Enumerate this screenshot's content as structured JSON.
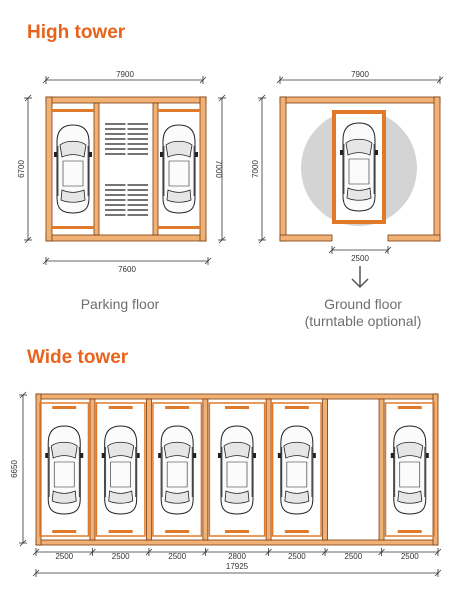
{
  "headings": {
    "high_tower": "High tower",
    "wide_tower": "Wide tower"
  },
  "high_tower": {
    "parking_floor": {
      "caption": "Parking floor",
      "dim_top": "7900",
      "dim_bottom": "7600",
      "dim_left": "6700",
      "dim_right": "7000"
    },
    "ground_floor": {
      "caption_line1": "Ground floor",
      "caption_line2": "(turntable optional)",
      "dim_top": "7900",
      "dim_left": "7000",
      "dim_entrance": "2500"
    }
  },
  "wide_tower": {
    "dim_height": "6650",
    "bay_widths": [
      "2500",
      "2500",
      "2500",
      "2800",
      "2500",
      "2500",
      "2500"
    ],
    "dim_total": "17925"
  },
  "colors": {
    "accent": "#e8631c",
    "frame_orange": "#e07a2a",
    "frame_fill": "#f1b074",
    "turntable": "#d4d4d4",
    "outline": "#222222"
  }
}
